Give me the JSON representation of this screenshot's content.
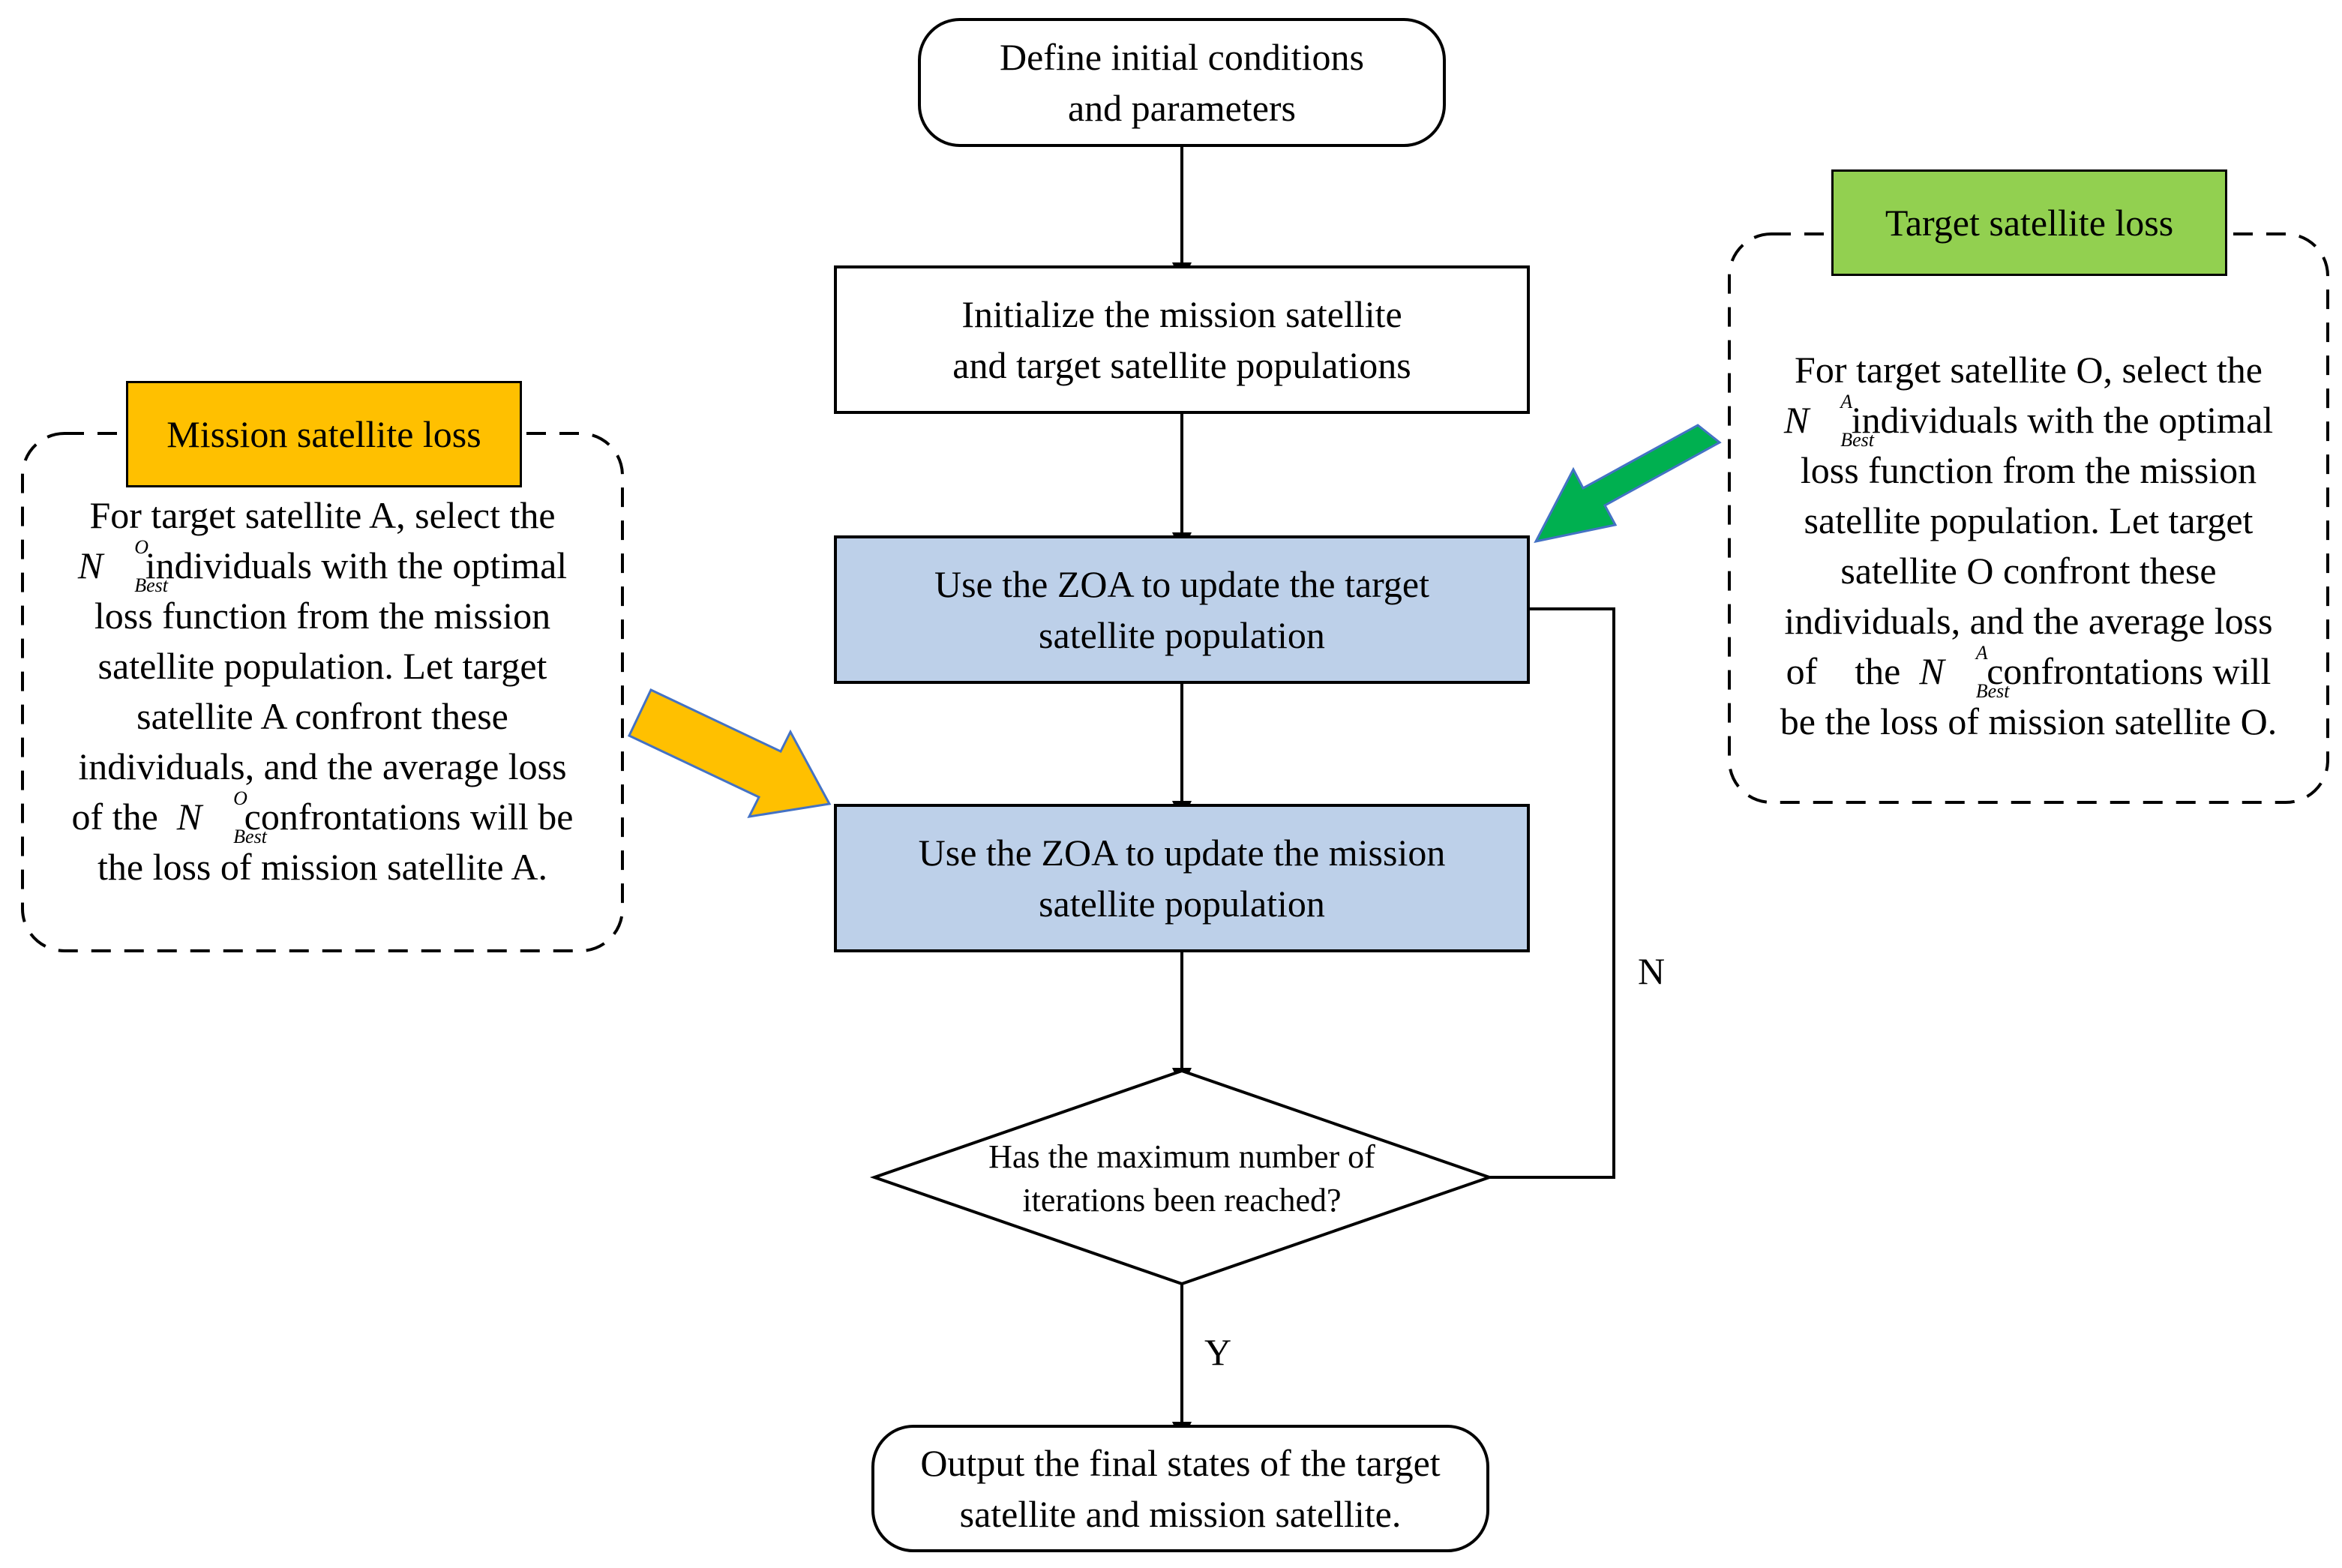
{
  "flow": {
    "start": [
      "Define initial conditions",
      "and parameters"
    ],
    "init": [
      "Initialize the mission satellite",
      "and target satellite populations"
    ],
    "update_target": [
      "Use the ZOA to update the target",
      "satellite population"
    ],
    "update_mission": [
      "Use the ZOA to update the mission",
      "satellite population"
    ],
    "decision": [
      "Has the maximum number of",
      "iterations been reached?"
    ],
    "end": [
      "Output the final states of the target",
      "satellite and mission satellite."
    ],
    "label_no": "N",
    "label_yes": "Y"
  },
  "mission_panel": {
    "tag": "Mission satellite loss",
    "symbol_base": "N",
    "symbol_sup": "O",
    "symbol_sub": "Best",
    "line1": "For target satellite A, select the",
    "line2_after": "individuals with the optimal",
    "line3": "loss function from the mission",
    "line4": "satellite population. Let target",
    "line5": "satellite A confront these",
    "line6": "individuals, and the average loss",
    "line7_before": "of the",
    "line7_after": "confrontations will be",
    "line8": "the loss of mission satellite A."
  },
  "target_panel": {
    "tag": "Target satellite loss",
    "symbol_base": "N",
    "symbol_sup": "A",
    "symbol_sub": "Best",
    "line1": "For target satellite O, select the",
    "line2_after": "individuals with the optimal",
    "line3": "loss function from the mission",
    "line4": "satellite population. Let target",
    "line5": "satellite O confront these",
    "line6": "individuals, and the average loss",
    "line7_before": "of    the",
    "line7_after": "confrontations will",
    "line8": "be the loss of mission satellite O."
  },
  "colors": {
    "process_blue": "#bdd0e9",
    "mission_tag": "#ffc000",
    "target_tag": "#92d050",
    "mission_arrow": "#ffc000",
    "target_arrow": "#00b050"
  }
}
